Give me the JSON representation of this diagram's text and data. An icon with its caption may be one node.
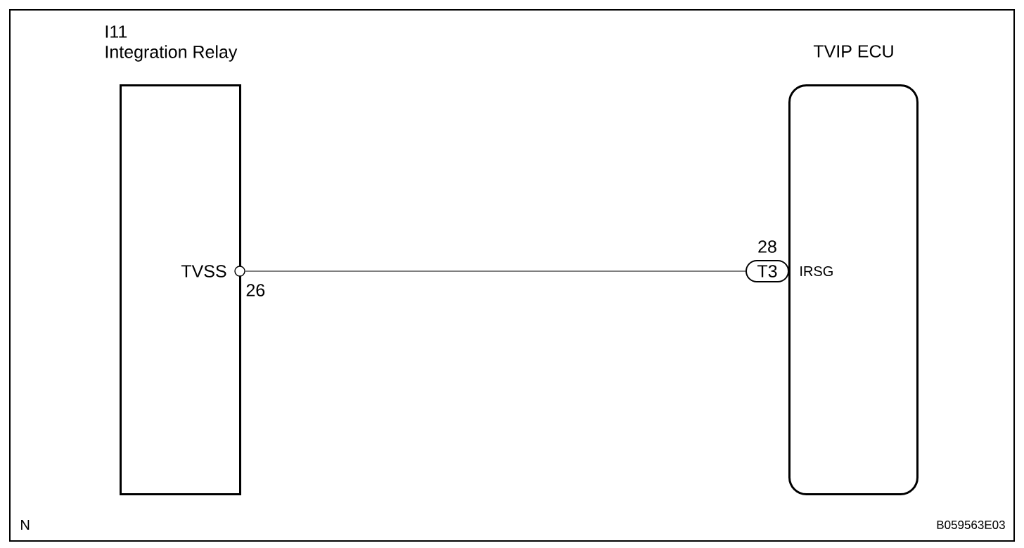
{
  "diagram": {
    "nodes": [
      {
        "text": [
          "I11",
          "Integration Relay"
        ]
      },
      {
        "text": [],
        "shape": "circle",
        "beside": [
          "TVSS",
          "26"
        ]
      },
      {
        "text": [
          "TVIP ECU"
        ]
      },
      {
        "text": [
          "T3"
        ],
        "beside": [
          "28"
        ]
      }
    ],
    "edges": [
      {
        "from": 1,
        "to": 3,
        "arrow": "none"
      }
    ],
    "labels": [
      "IRSG",
      "N",
      "B059563E03"
    ]
  }
}
